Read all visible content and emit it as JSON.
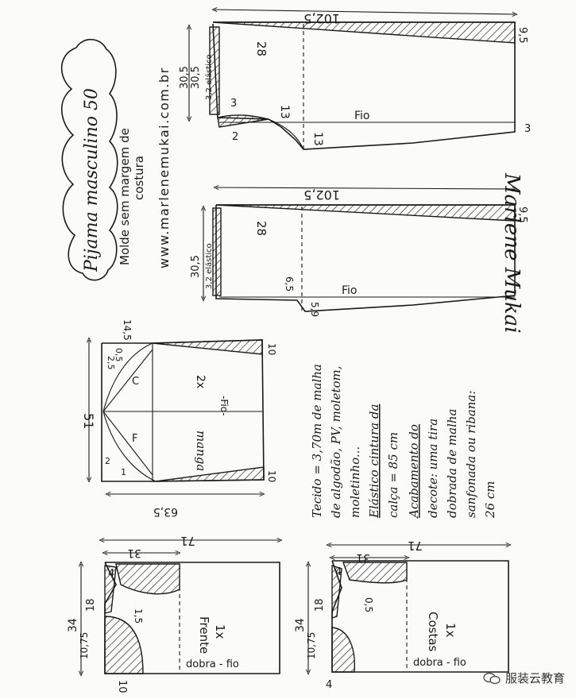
{
  "title": "Pijama masculino 50",
  "subtitle_line1": "Molde sem margem de",
  "subtitle_line2": "costura",
  "website": "www.marlenemukai.com.br",
  "signature": "Marlene Mukai",
  "grain_label": "Fio",
  "grain_label_sleeve": "-Fio-",
  "calca_front": {
    "length": "102,5",
    "waist_top": "9,5",
    "hip": "28",
    "rise1": "30,5",
    "rise2": "30,5",
    "elastic": "3,2 elástico",
    "crotch_a": "13",
    "crotch_b": "13",
    "num3_a": "3",
    "num3_b": "3",
    "num2": "2"
  },
  "calca_back": {
    "length": "102,5",
    "waist_top": "9,5",
    "hip": "28",
    "rise": "30,5",
    "elastic": "3,2 elástico",
    "crotch_a": "6,5",
    "crotch_b": "5,9"
  },
  "manga": {
    "width": "51",
    "length": "63,5",
    "cuff_a": "10",
    "cuff_b": "10",
    "top": "14,5",
    "cap_a": "2,5",
    "cap_b": "0,5",
    "cap_c": "2",
    "cap_d": "1",
    "label": "manga",
    "count": "2x",
    "back_letter": "C",
    "front_letter": "F"
  },
  "frente": {
    "label": "Frente",
    "count": "1x",
    "length": "71",
    "shoulder": "31",
    "side": "34",
    "armhole": "18",
    "neck": "10,75",
    "bottom": "10",
    "num4": "4",
    "curve": "1,5",
    "fold": "dobra - fio"
  },
  "costas": {
    "label": "Costas",
    "count": "1x",
    "length": "71",
    "shoulder": "31",
    "side": "34",
    "armhole": "18",
    "neck": "10,75",
    "num4a": "4",
    "num4b": "4",
    "curve": "0,5",
    "fold": "dobra - fio"
  },
  "notes": {
    "line1": "Tecido = 3,70m de malha",
    "line2": "de algodão, PV, moletom,",
    "line3": "moletinho...",
    "line4": "Elástico cintura da",
    "line5": "calça = 85 cm",
    "line6": "Acabamento do",
    "line7": "decote: uma tira",
    "line8": "dobrada de malha",
    "line9": "sanfonada ou ribana:",
    "line10": "26 cm"
  },
  "watermark": "服装云教育"
}
